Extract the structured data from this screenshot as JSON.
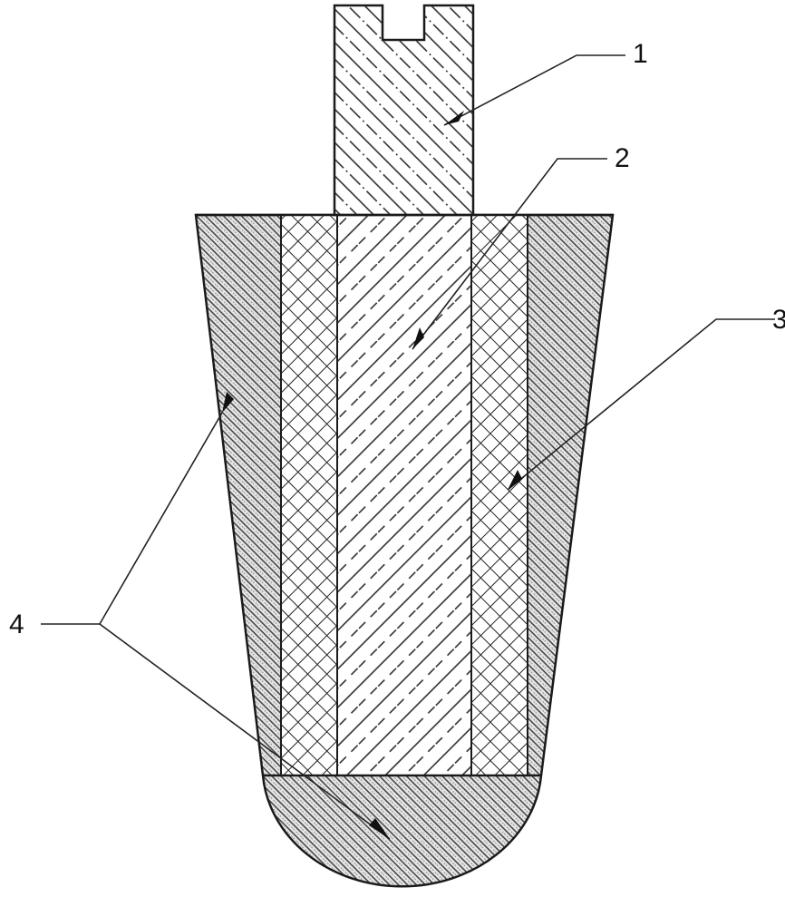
{
  "figure": {
    "labels": [
      {
        "id": "1",
        "text": "1",
        "part": "stem"
      },
      {
        "id": "2",
        "text": "2",
        "part": "core"
      },
      {
        "id": "3",
        "text": "3",
        "part": "mesh-layer"
      },
      {
        "id": "4",
        "text": "4",
        "part": "outer-shell"
      }
    ],
    "colors": {
      "line": "#1a1a1a",
      "background": "#ffffff"
    }
  }
}
